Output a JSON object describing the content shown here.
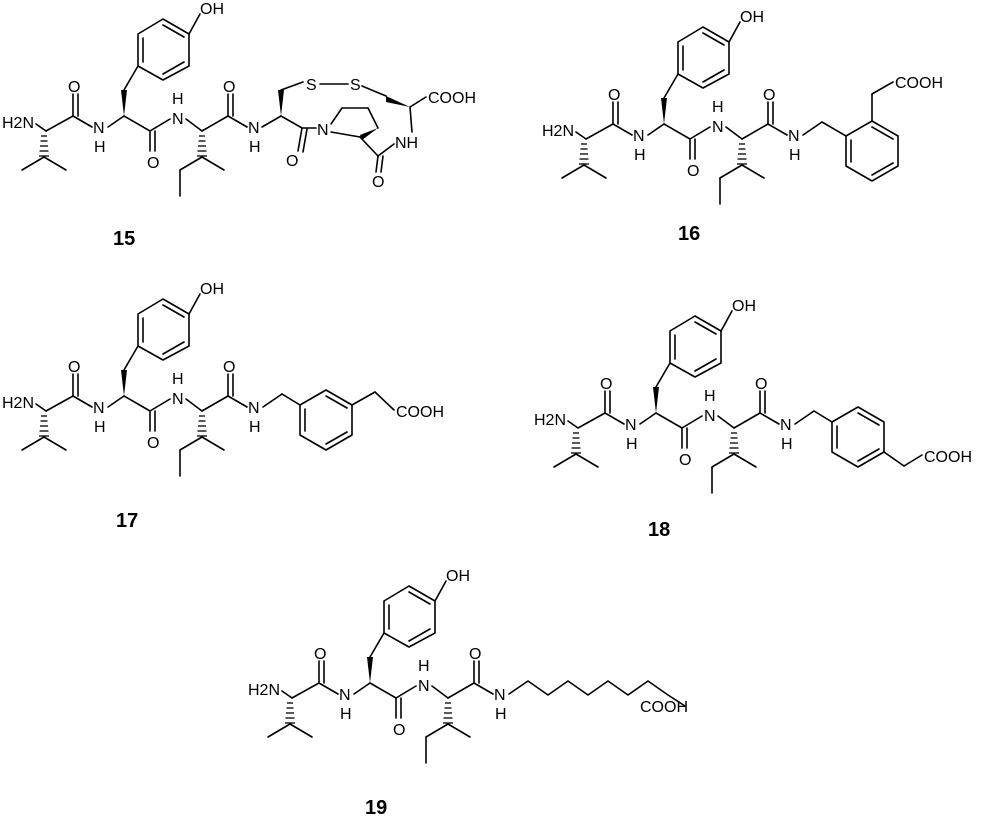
{
  "compounds": [
    {
      "label": "15",
      "atoms": {
        "nh2": "H2N",
        "n1": "N",
        "h1": "H",
        "o1": "O",
        "o2": "O",
        "nh2_amide": "N",
        "h2": "H",
        "o3": "O",
        "nh3": "N",
        "h3": "H",
        "oh": "OH",
        "s1": "S",
        "s2": "S",
        "o4": "O",
        "npro": "N",
        "o5": "O",
        "nh4": "NH",
        "cooh": "COOH"
      }
    },
    {
      "label": "16",
      "atoms": {
        "nh2": "H2N",
        "o1": "O",
        "n1": "N",
        "h1": "H",
        "o2": "O",
        "n2": "N",
        "h2": "H",
        "o3": "O",
        "n3": "N",
        "h3": "H",
        "oh": "OH",
        "cooh": "COOH"
      }
    },
    {
      "label": "17",
      "atoms": {
        "nh2": "H2N",
        "o1": "O",
        "n1": "N",
        "h1": "H",
        "o2": "O",
        "n2": "N",
        "h2": "H",
        "o3": "O",
        "n3": "N",
        "h3": "H",
        "oh": "OH",
        "cooh": "COOH"
      }
    },
    {
      "label": "18",
      "atoms": {
        "nh2": "H2N",
        "o1": "O",
        "n1": "N",
        "h1": "H",
        "o2": "O",
        "n2": "N",
        "h2": "H",
        "o3": "O",
        "n3": "N",
        "h3": "H",
        "oh": "OH",
        "cooh": "COOH"
      }
    },
    {
      "label": "19",
      "atoms": {
        "nh2": "H2N",
        "o1": "O",
        "n1": "N",
        "h1": "H",
        "o2": "O",
        "n2": "N",
        "h2": "H",
        "o3": "O",
        "n3": "N",
        "h3": "H",
        "oh": "OH",
        "cooh": "COOH"
      }
    }
  ]
}
